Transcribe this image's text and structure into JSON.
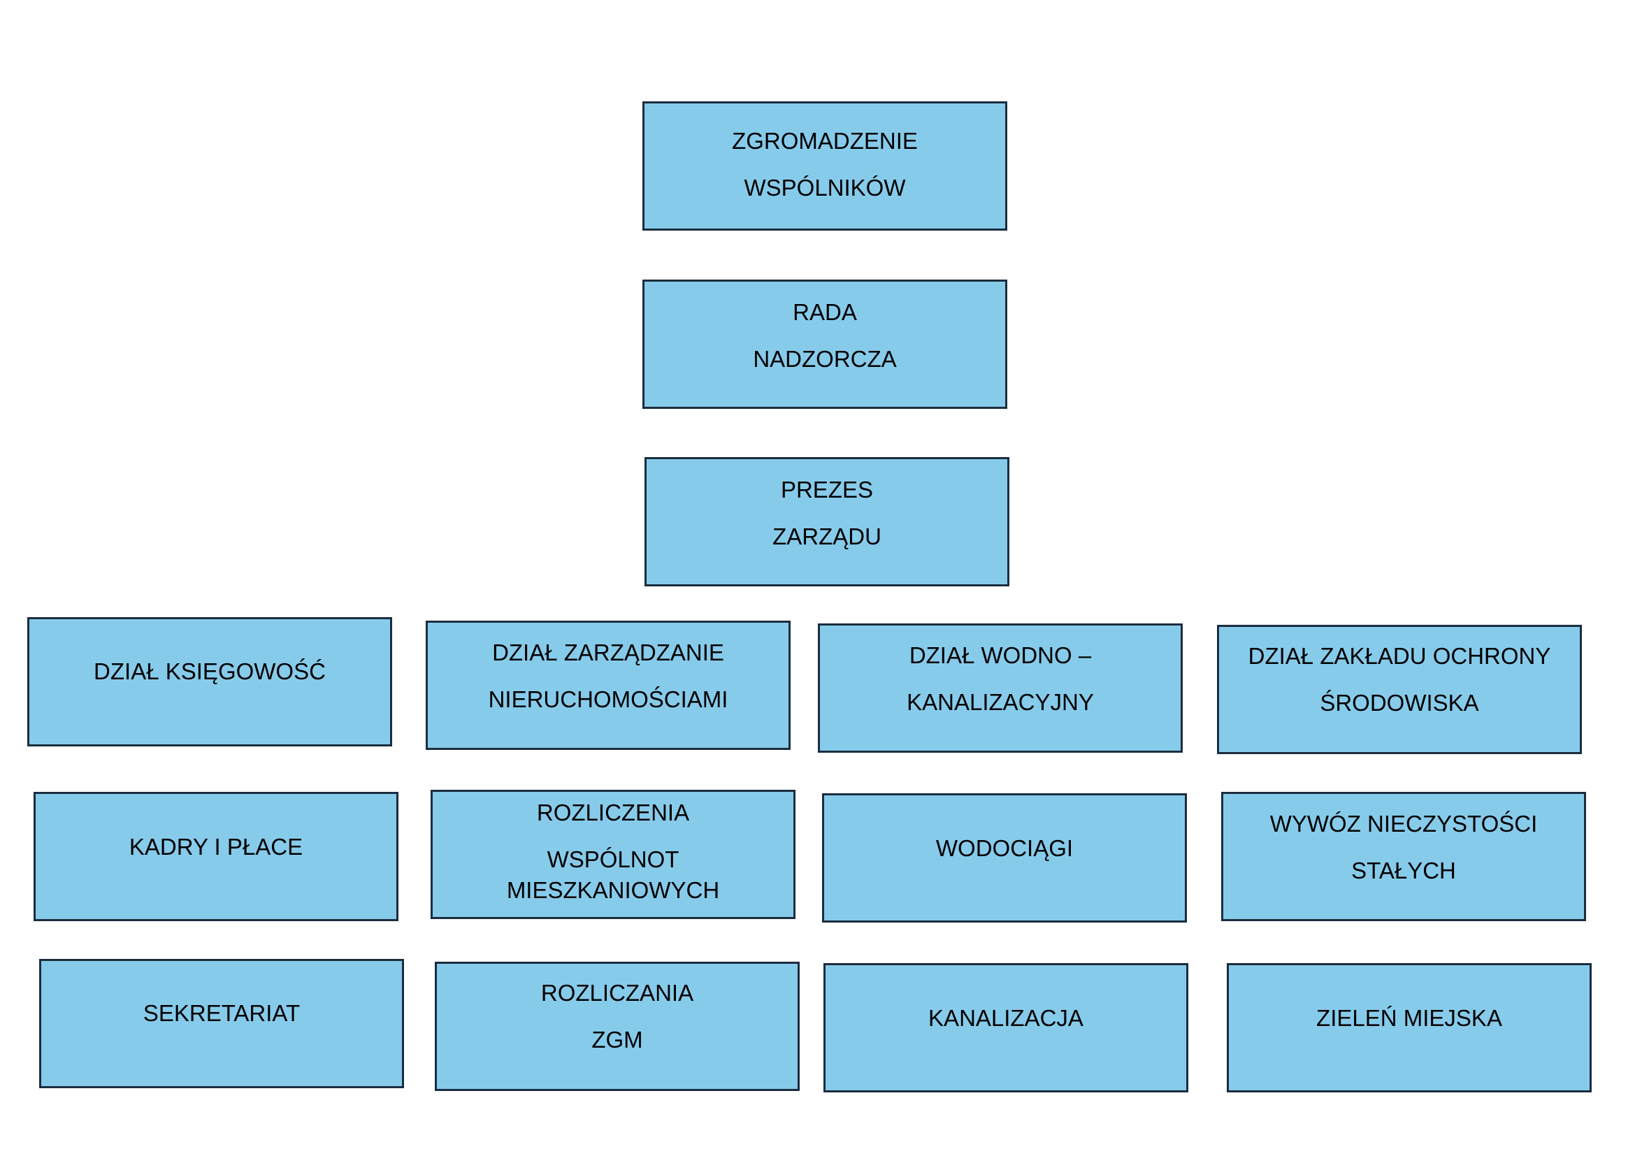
{
  "org_chart": {
    "top": {
      "zgromadzenie": {
        "line1": "ZGROMADZENIE",
        "line2": "WSPÓLNIKÓW"
      },
      "rada": {
        "line1": "RADA",
        "line2": "NADZORCZA"
      },
      "prezes": {
        "line1": "PREZES",
        "line2": "ZARZĄDU"
      }
    },
    "departments": [
      {
        "line1": "DZIAŁ KSIĘGOWOŚĆ"
      },
      {
        "line1": "DZIAŁ ZARZĄDZANIE",
        "line2": "NIERUCHOMOŚCIAMI"
      },
      {
        "line1": "DZIAŁ WODNO –",
        "line2": "KANALIZACYJNY"
      },
      {
        "line1": "DZIAŁ ZAKŁADU OCHRONY",
        "line2": "ŚRODOWISKA"
      }
    ],
    "row2": [
      {
        "line1": "KADRY I PŁACE"
      },
      {
        "line1": "ROZLICZENIA",
        "line2": "WSPÓLNOT",
        "line3": "MIESZKANIOWYCH"
      },
      {
        "line1": "WODOCIĄGI"
      },
      {
        "line1": "WYWÓZ NIECZYSTOŚCI",
        "line2": "STAŁYCH"
      }
    ],
    "row3": [
      {
        "line1": "SEKRETARIAT"
      },
      {
        "line1": "ROZLICZANIA",
        "line2": "ZGM"
      },
      {
        "line1": "KANALIZACJA"
      },
      {
        "line1": "ZIELEŃ MIEJSKA"
      }
    ],
    "colors": {
      "box_fill": "#87cbeb",
      "box_border": "#1b2d3e",
      "text": "#000000"
    }
  }
}
